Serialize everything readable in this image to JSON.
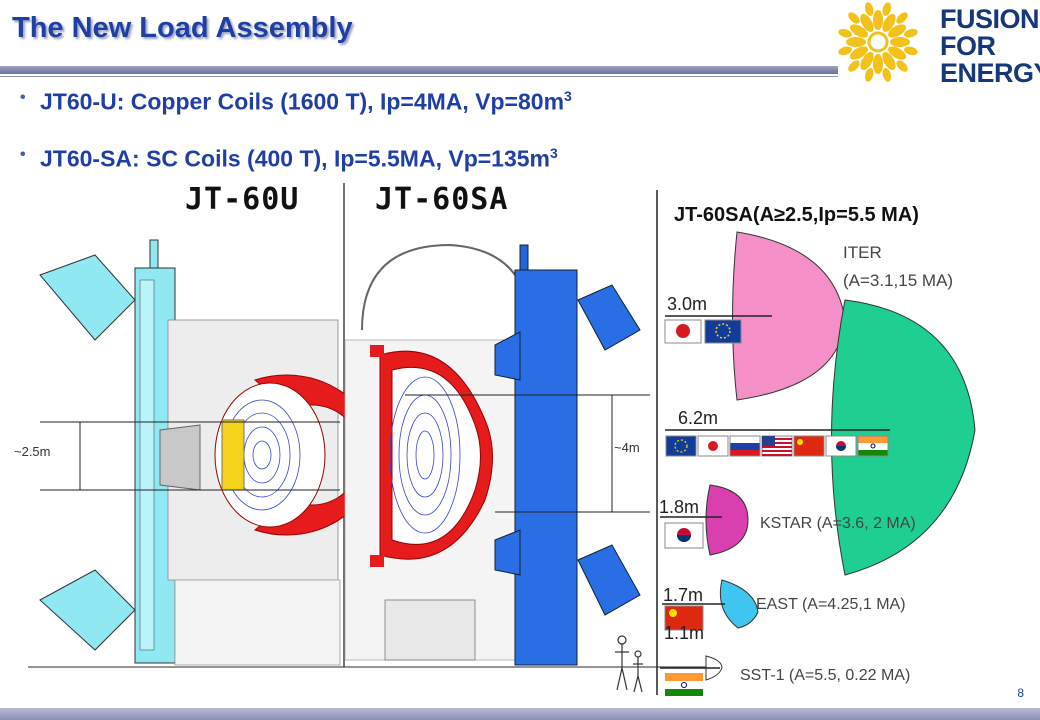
{
  "slide": {
    "title": "The New Load Assembly",
    "logo_text": [
      "FUSION",
      "FOR",
      "ENERGY"
    ],
    "page_number": "8",
    "bullets": [
      {
        "text": "JT60-U: Copper Coils (1600 T), Ip=4MA, Vp=80m",
        "sup": "3"
      },
      {
        "text": "JT60-SA: SC Coils (400 T), Ip=5.5MA, Vp=135m",
        "sup": "3"
      }
    ]
  },
  "diagram": {
    "left_label": "JT-60U",
    "right_label": "JT-60SA",
    "left_height": "~2.5m",
    "right_height": "~4m"
  },
  "comparison": {
    "heading": "JT-60SA(A≥2.5,Ip=5.5 MA)",
    "iter_label": "ITER",
    "iter_params": "(A=3.1,15 MA)",
    "sizes": {
      "jt60sa": "3.0m",
      "iter": "6.2m",
      "kstar": "1.8m",
      "east": "1.7m",
      "sst": "1.1m"
    },
    "kstar_label": "KSTAR (A=3.6, 2 MA)",
    "east_label": "EAST (A=4.25,1 MA)",
    "sst_label": "SST-1 (A=5.5, 0.22 MA)",
    "colors": {
      "jt60sa": "#f48fc8",
      "iter": "#1fcf92",
      "kstar": "#d93fae",
      "east": "#3fc6f0",
      "sst": "#ffffff"
    },
    "flag_icons": [
      "japan-flag-icon",
      "eu-flag-icon",
      "russia-flag-icon",
      "usa-flag-icon",
      "china-flag-icon",
      "korea-flag-icon",
      "india-flag-icon"
    ]
  }
}
